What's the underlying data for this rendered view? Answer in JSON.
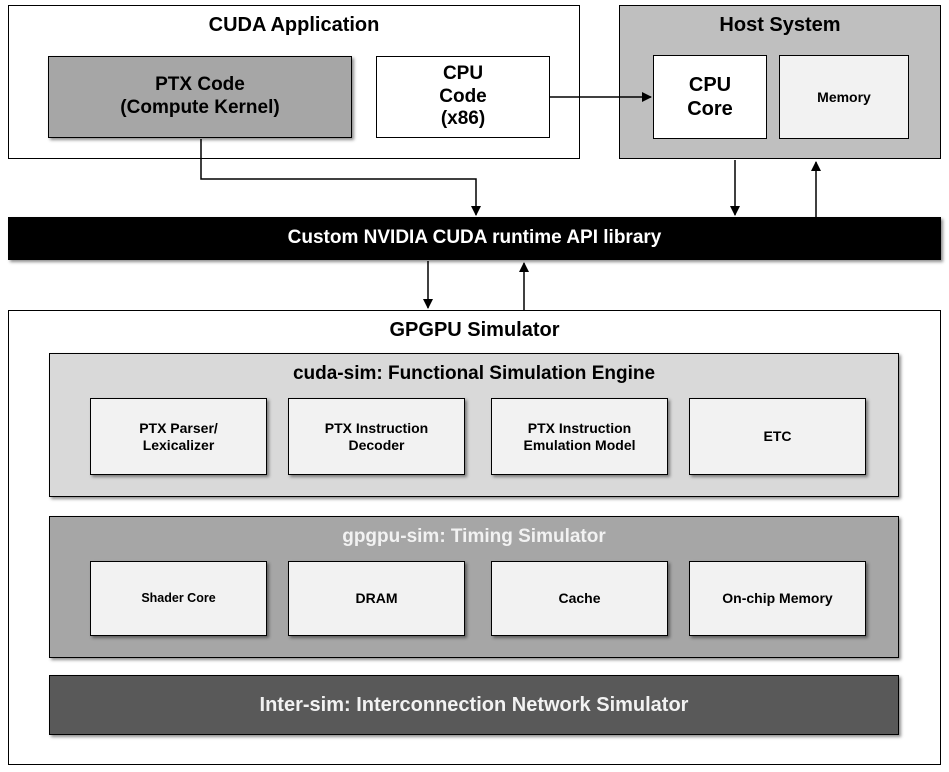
{
  "cuda_app": {
    "title": "CUDA Application",
    "ptx_line1": "PTX Code",
    "ptx_line2": "(Compute Kernel)",
    "cpu_line1": "CPU",
    "cpu_line2": "Code",
    "cpu_line3": "(x86)"
  },
  "host": {
    "title": "Host System",
    "core_line1": "CPU",
    "core_line2": "Core",
    "memory": "Memory"
  },
  "runtime": {
    "label": "Custom NVIDIA CUDA runtime API library"
  },
  "simulator": {
    "title": "GPGPU Simulator",
    "cuda_sim": {
      "title": "cuda-sim: Functional Simulation Engine",
      "items": [
        {
          "line1": "PTX Parser/",
          "line2": "Lexicalizer"
        },
        {
          "line1": "PTX Instruction",
          "line2": "Decoder"
        },
        {
          "line1": "PTX Instruction",
          "line2": "Emulation Model"
        },
        {
          "line1": "ETC",
          "line2": ""
        }
      ]
    },
    "gpgpu_sim": {
      "title": "gpgpu-sim: Timing Simulator",
      "items": [
        "Shader Core",
        "DRAM",
        "Cache",
        "On-chip Memory"
      ]
    },
    "inter_sim": {
      "title": "Inter-sim: Interconnection Network Simulator"
    }
  },
  "colors": {
    "ptx_box": "#a6a6a6",
    "host_box": "#bfbfbf",
    "runtime_bar": "#000000",
    "cuda_sim_box": "#d9d9d9",
    "gpgpu_sim_box": "#a6a6a6",
    "inter_sim_box": "#595959"
  }
}
